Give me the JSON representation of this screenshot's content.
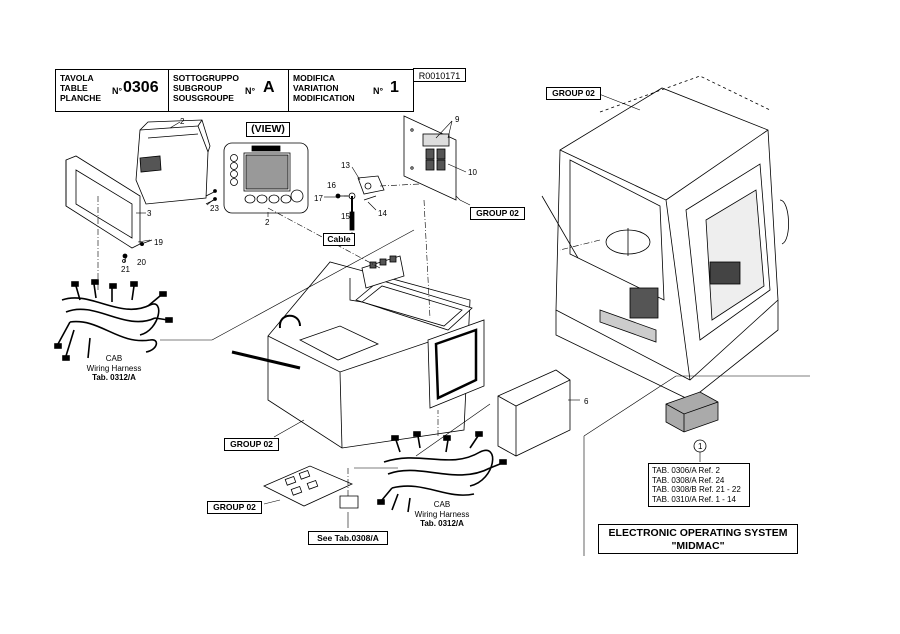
{
  "title_block": {
    "table": {
      "lines": [
        "TAVOLA",
        "TABLE",
        "PLANCHE"
      ],
      "no_label": "N°",
      "value": "0306"
    },
    "subgroup": {
      "lines": [
        "SOTTOGRUPPO",
        "SUBGROUP",
        "SOUSGROUPE"
      ],
      "no_label": "N°",
      "value": "A"
    },
    "variation": {
      "lines": [
        "MODIFICA",
        "VARIATION",
        "MODIFICATION"
      ],
      "no_label": "N°",
      "value": "1"
    },
    "reference": "R0010171"
  },
  "labels": {
    "view": "(VIEW)",
    "group_02": "GROUP 02",
    "cable": "Cable",
    "see_tab": "See Tab.0308/A",
    "harness_left": {
      "line1": "CAB",
      "line2": "Wiring Harness",
      "line3": "Tab. 0312/A"
    },
    "harness_right": {
      "line1": "CAB",
      "line2": "Wiring Harness",
      "line3": "Tab. 0312/A"
    }
  },
  "part_numbers": {
    "p1": "1",
    "p2a": "2",
    "p2b": "2",
    "p3": "3",
    "p6": "6",
    "p9": "9",
    "p10": "10",
    "p13": "13",
    "p14": "14",
    "p15": "15",
    "p16": "16",
    "p17": "17",
    "p19": "19",
    "p20": "20",
    "p21": "21",
    "p23": "23"
  },
  "tab_refs": [
    "TAB. 0306/A Ref. 2",
    "TAB. 0308/A Ref. 24",
    "TAB. 0308/B Ref. 21 - 22",
    "TAB. 0310/A Ref. 1 - 14"
  ],
  "system_title": {
    "line1": "ELECTRONIC OPERATING SYSTEM",
    "line2": "\"MIDMAC\""
  }
}
